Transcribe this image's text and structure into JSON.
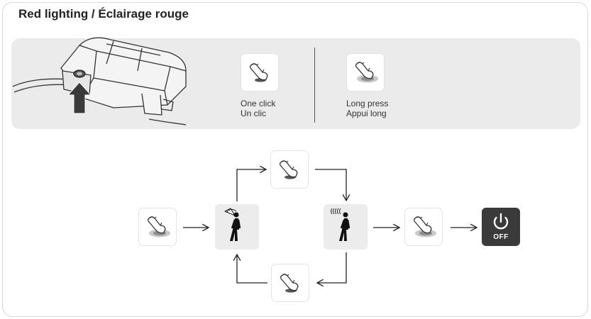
{
  "title": "Red lighting / Éclairage rouge",
  "legend": {
    "one_click_en": "One click",
    "one_click_fr": "Un clic",
    "long_press_en": "Long press",
    "long_press_fr": "Appui long"
  },
  "off_label": "OFF",
  "icons": {
    "device": "headlamp-device-icon",
    "press_arrow": "press-arrow-icon",
    "one_click": "finger-click-icon",
    "long_press": "finger-long-press-icon",
    "power": "power-icon",
    "wide_beam": "wide-beam-walker-icon",
    "flash_beam": "flashing-beam-walker-icon"
  },
  "colors": {
    "off_tile": "#3a3a3a",
    "panel": "#ebebeb"
  }
}
